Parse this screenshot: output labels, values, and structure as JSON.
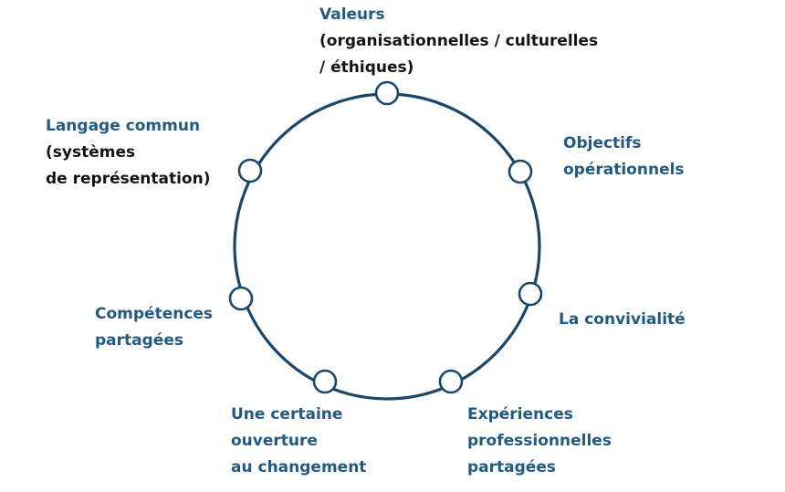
{
  "diagram": {
    "accent_color": "#1f5b86",
    "text_color": "#141414",
    "line_color": "#17476e",
    "nodes": [
      {
        "title": "Valeurs",
        "detail": [
          "(organisationnelles / culturelles",
          "/ éthiques)"
        ]
      },
      {
        "title": "Objectifs",
        "title2": "opérationnels"
      },
      {
        "title": "La convivialité"
      },
      {
        "title": "Expériences",
        "title2": "professionnelles",
        "title3": "partagées"
      },
      {
        "title": "Une certaine",
        "title2": "ouverture",
        "title3": "au changement"
      },
      {
        "title": "Compétences",
        "title2": "partagées"
      },
      {
        "title": "Langage commun",
        "detail": [
          "(systèmes",
          "de représentation)"
        ]
      }
    ]
  }
}
